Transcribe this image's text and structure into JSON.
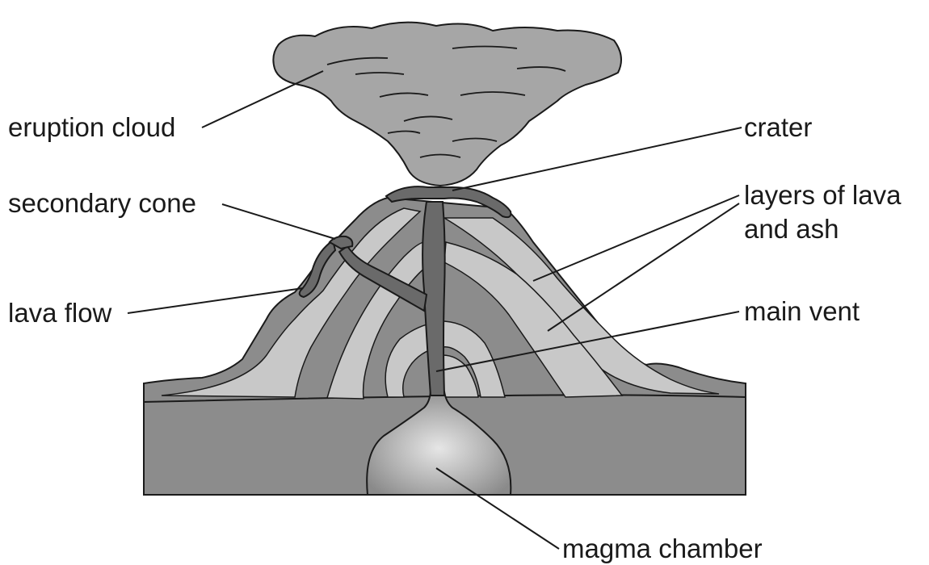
{
  "labels": {
    "eruption_cloud": "eruption cloud",
    "crater": "crater",
    "secondary_cone": "secondary cone",
    "layers_line1": "layers of lava",
    "layers_line2": "and ash",
    "lava_flow": "lava flow",
    "main_vent": "main vent",
    "magma_chamber": "magma chamber"
  }
}
